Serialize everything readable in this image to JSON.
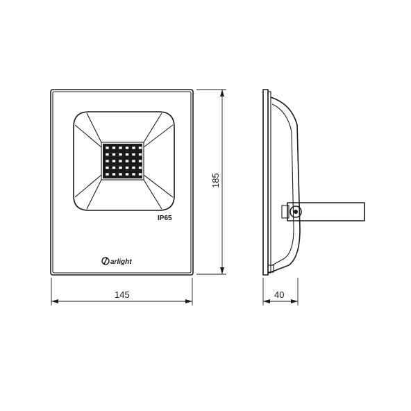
{
  "drawing": {
    "front_view": {
      "width_label": "145",
      "height_label": "185",
      "ip_rating": "IP65",
      "brand": "arlight"
    },
    "side_view": {
      "depth_label": "40"
    }
  }
}
